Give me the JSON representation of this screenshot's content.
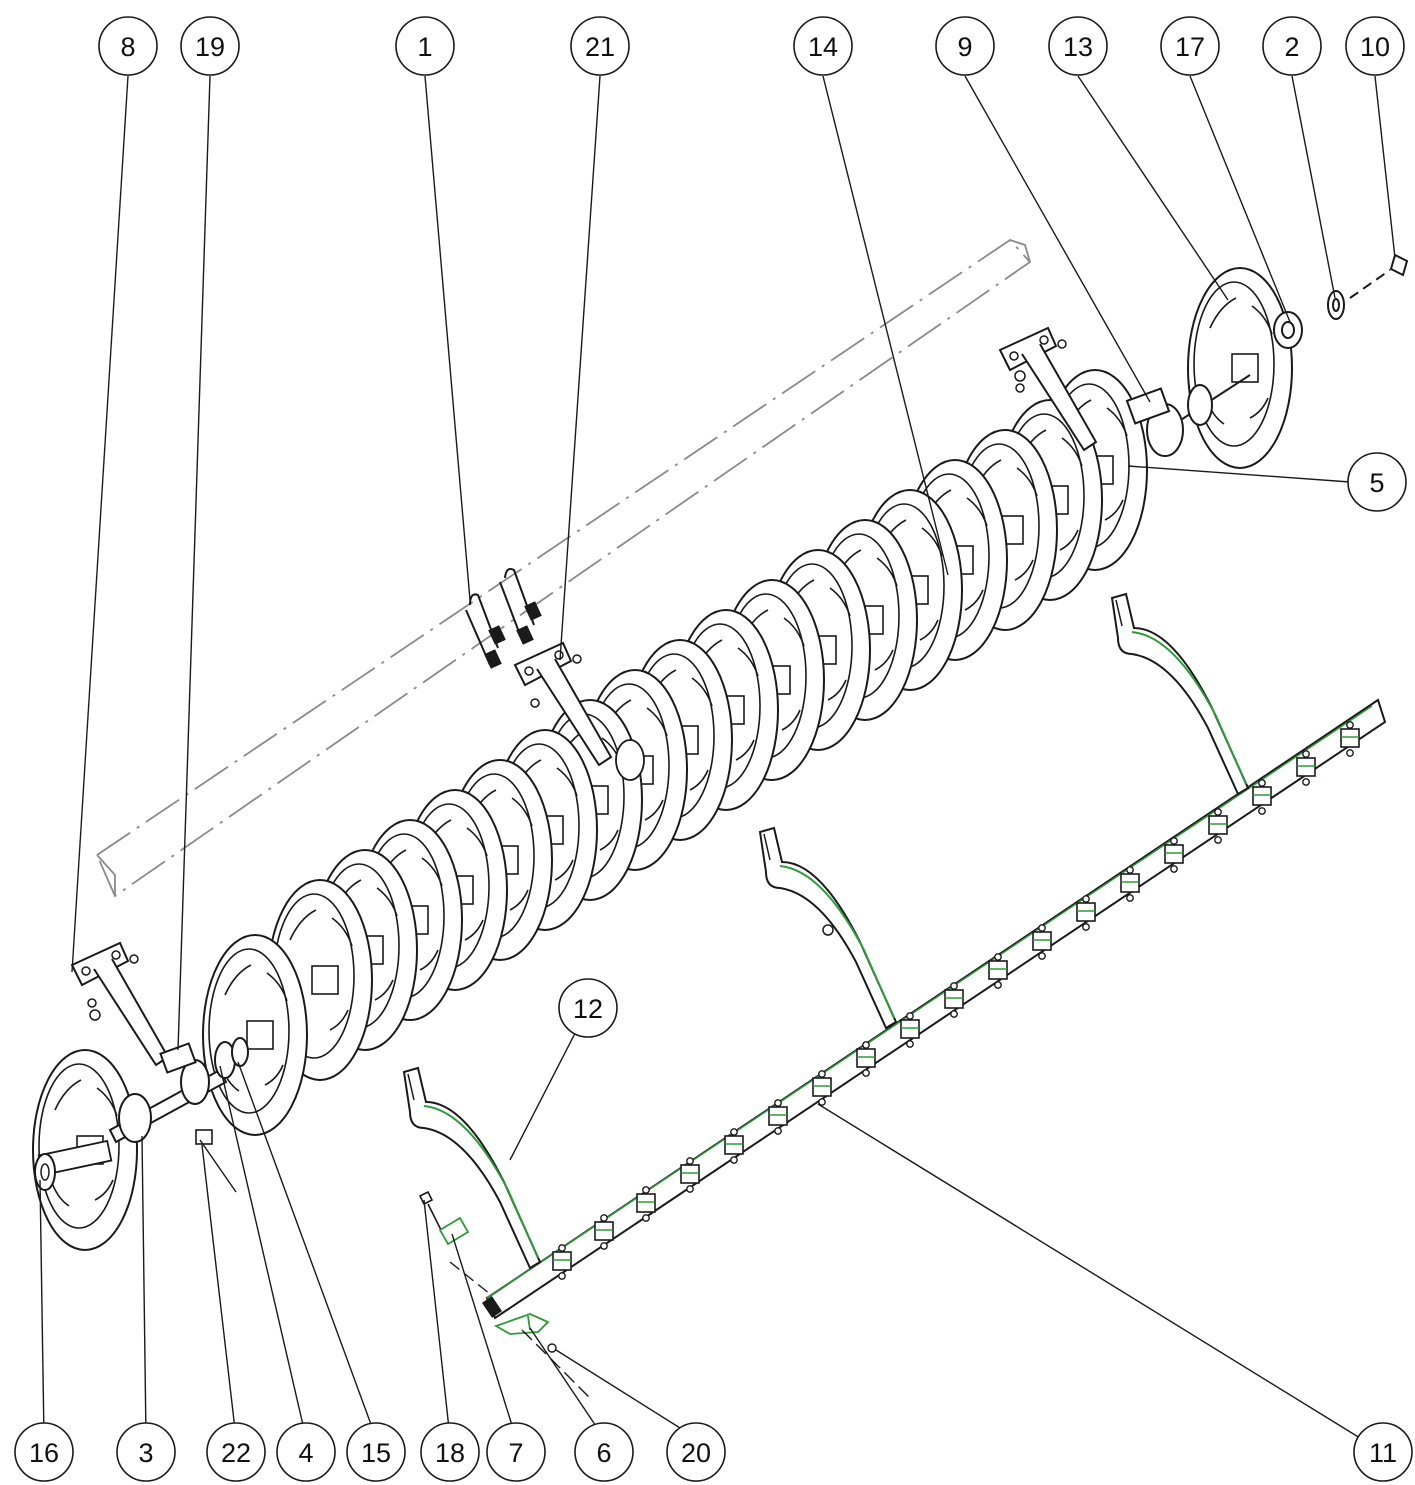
{
  "colors": {
    "line": "#1a1a1a",
    "accent": "#2e9a3a",
    "phantom": "#8a8a8a",
    "background": "#ffffff"
  },
  "balloons": [
    {
      "id": "b8",
      "label": "8"
    },
    {
      "id": "b19",
      "label": "19"
    },
    {
      "id": "b1",
      "label": "1"
    },
    {
      "id": "b21",
      "label": "21"
    },
    {
      "id": "b14",
      "label": "14"
    },
    {
      "id": "b9",
      "label": "9"
    },
    {
      "id": "b13",
      "label": "13"
    },
    {
      "id": "b17",
      "label": "17"
    },
    {
      "id": "b2",
      "label": "2"
    },
    {
      "id": "b10",
      "label": "10"
    },
    {
      "id": "b5",
      "label": "5"
    },
    {
      "id": "b12",
      "label": "12"
    },
    {
      "id": "b16",
      "label": "16"
    },
    {
      "id": "b3",
      "label": "3"
    },
    {
      "id": "b22",
      "label": "22"
    },
    {
      "id": "b4",
      "label": "4"
    },
    {
      "id": "b15",
      "label": "15"
    },
    {
      "id": "b18",
      "label": "18"
    },
    {
      "id": "b7",
      "label": "7"
    },
    {
      "id": "b6",
      "label": "6"
    },
    {
      "id": "b20",
      "label": "20"
    },
    {
      "id": "b11",
      "label": "11"
    }
  ]
}
